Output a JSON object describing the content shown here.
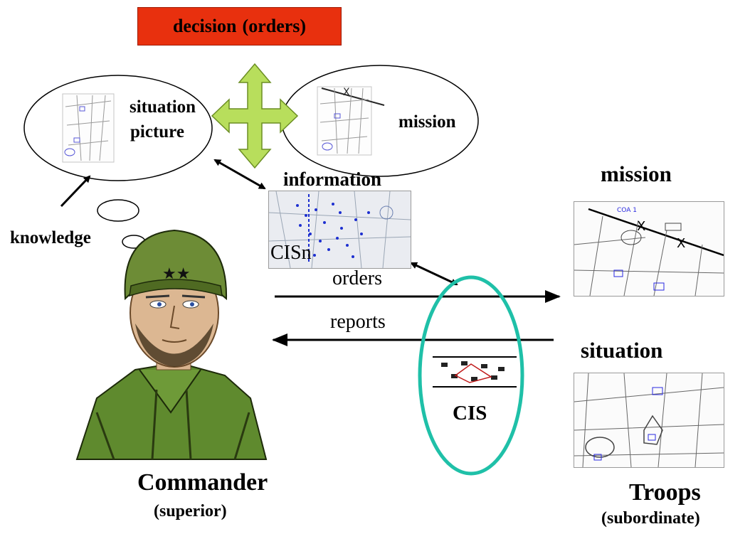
{
  "decision": {
    "word": "decision",
    "paren": "(orders)"
  },
  "bubbles": {
    "situation_line1": "situation",
    "situation_line2": "picture",
    "mission": "mission"
  },
  "information": "information",
  "cisn": "CISn",
  "knowledge": "knowledge",
  "arrows": {
    "orders": "orders",
    "reports": "reports"
  },
  "cis": "CIS",
  "right": {
    "mission": "mission",
    "situation": "situation"
  },
  "commander": {
    "title": "Commander",
    "sub": "(superior)"
  },
  "troops": {
    "title": "Troops",
    "sub": "(subordinate)"
  },
  "map_labels": {
    "coa": "COA 1",
    "x": "X"
  },
  "colors": {
    "decision_bg": "#e8300e",
    "quad_arrow": "#b8de5c",
    "cis_ellipse": "#1fc0a8",
    "map_blue": "#2a2ae0"
  }
}
